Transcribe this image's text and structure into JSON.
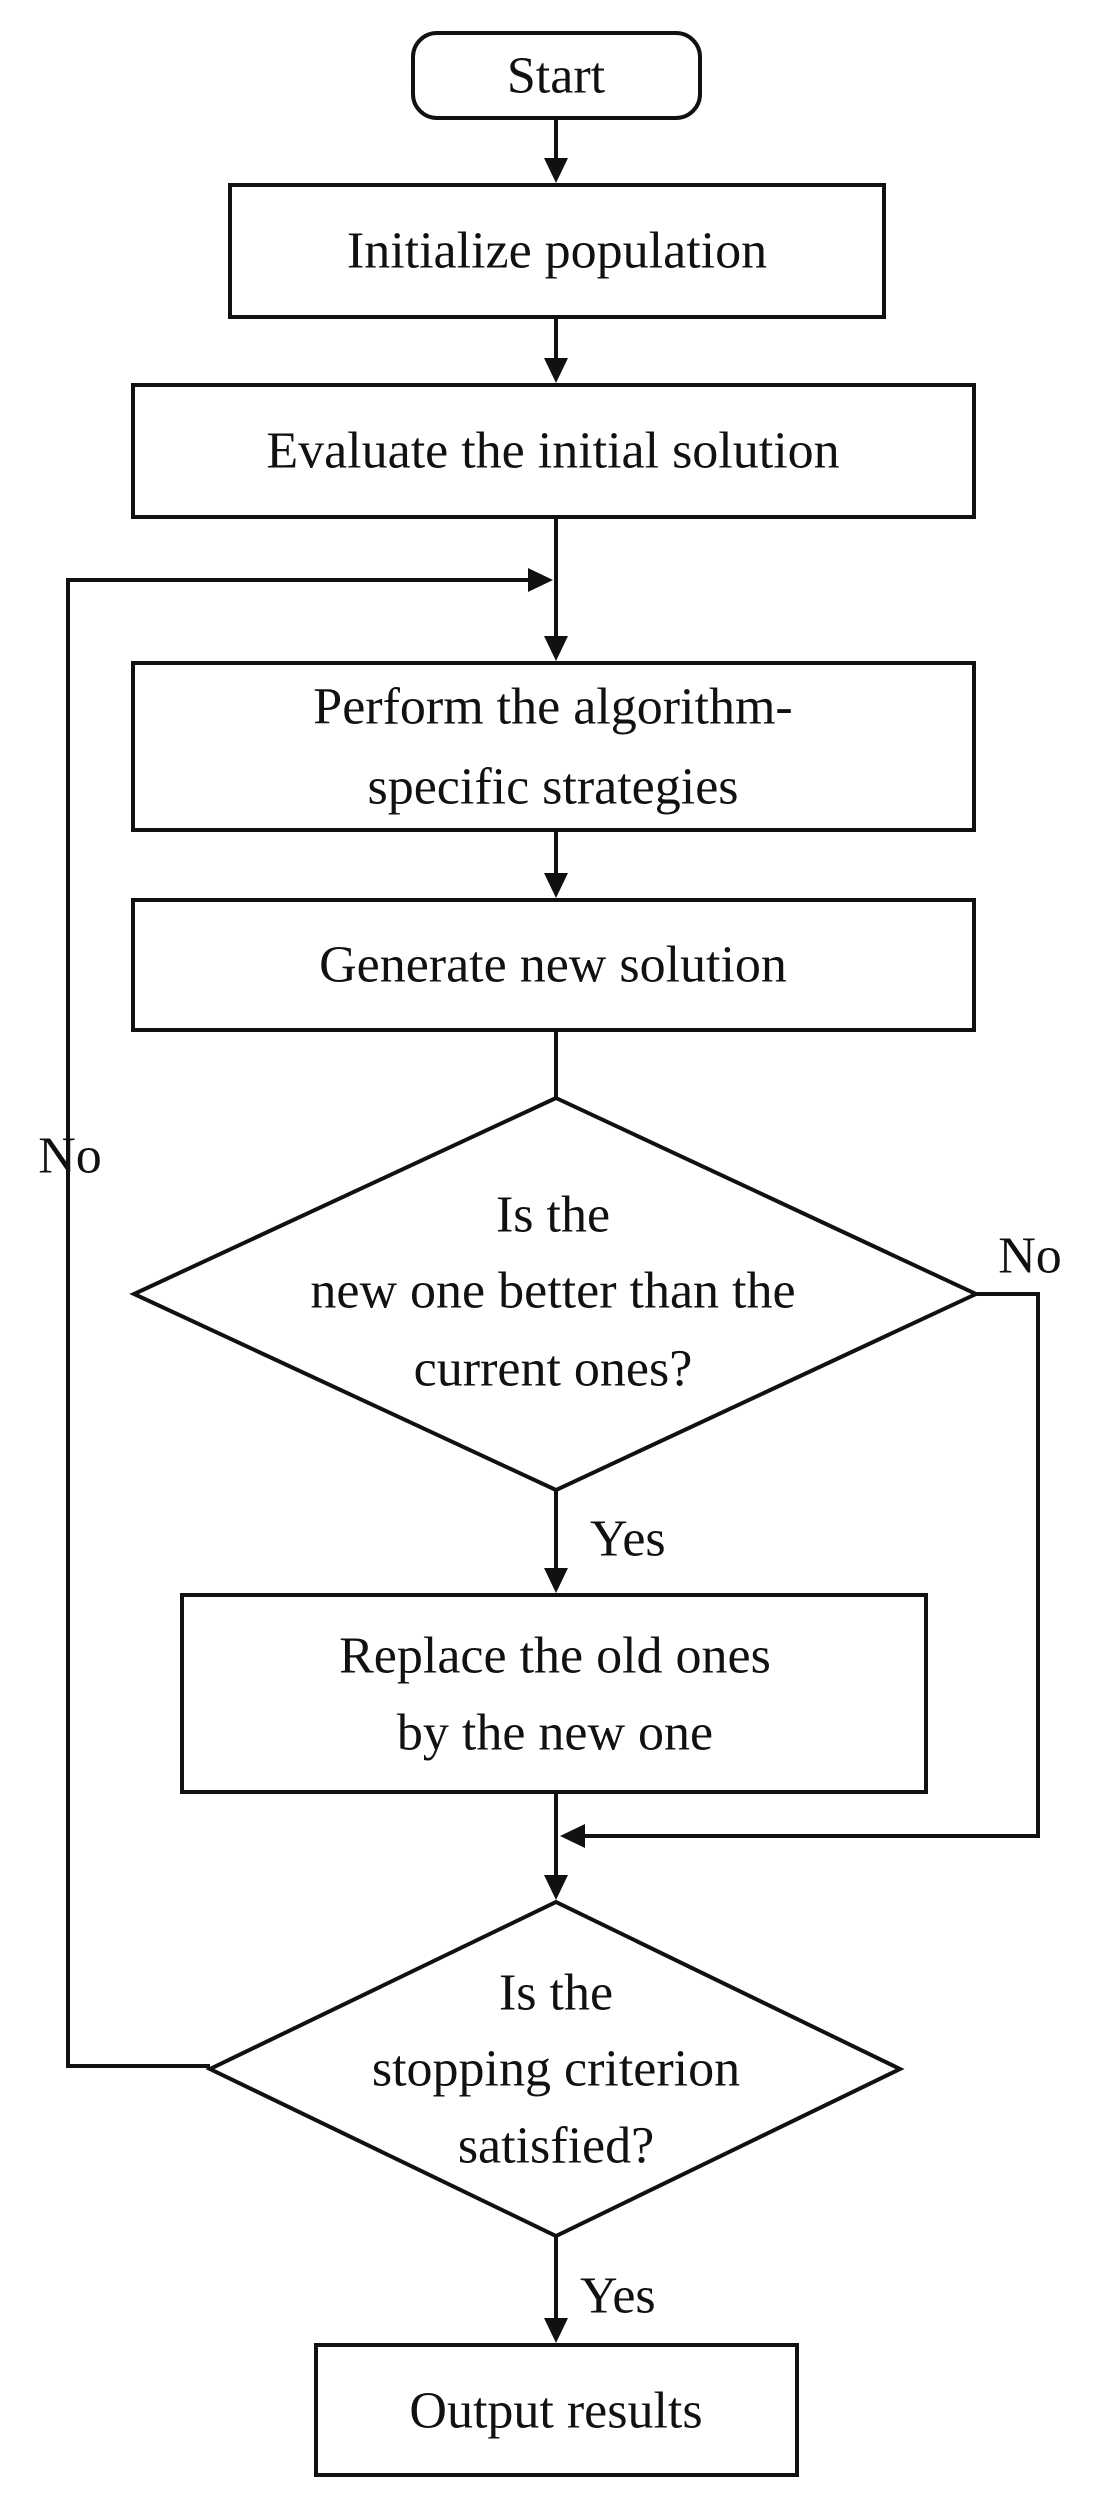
{
  "nodes": {
    "start": {
      "label": "Start"
    },
    "init": {
      "label": "Initialize population"
    },
    "evaluate": {
      "label": "Evaluate the initial solution"
    },
    "perform": {
      "lines": [
        "Perform the algorithm-",
        "specific strategies"
      ]
    },
    "generate": {
      "label": "Generate new solution"
    },
    "better": {
      "lines": [
        "Is the",
        "new one better than the",
        "current ones?"
      ]
    },
    "replace": {
      "lines": [
        "Replace the old ones",
        "by the new one"
      ]
    },
    "stopping": {
      "lines": [
        "Is the",
        "stopping criterion",
        "satisfied?"
      ]
    },
    "output": {
      "label": "Output results"
    }
  },
  "edge_labels": {
    "better_no": "No",
    "better_yes": "Yes",
    "stopping_no": "No",
    "stopping_yes": "Yes"
  }
}
